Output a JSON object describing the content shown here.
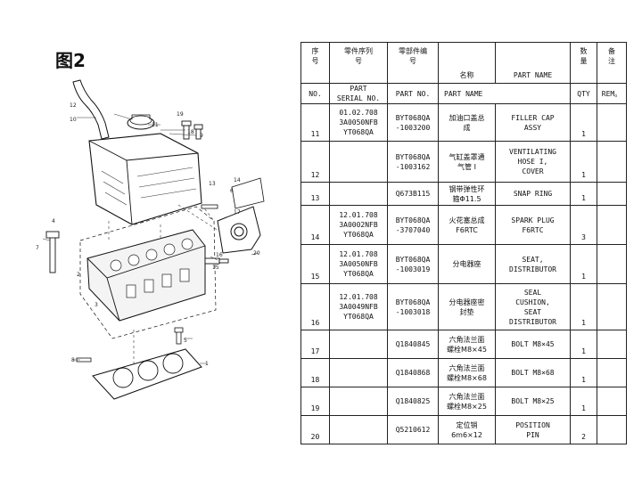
{
  "figure_label": "图2",
  "diagram_callouts": [
    "12",
    "10",
    "11",
    "19",
    "18",
    "9",
    "13",
    "6",
    "14",
    "16",
    "17",
    "20",
    "15",
    "4",
    "5",
    "8",
    "1",
    "7",
    "2",
    "3"
  ],
  "table": {
    "header_cn": {
      "no": "序\n号",
      "serial": "零件序列\n号",
      "partno": "零部件编\n号",
      "name_cn": "名称",
      "name_en": "PART NAME",
      "qty": "数\n量",
      "rem": "备\n注"
    },
    "header_en": {
      "no": "NO.",
      "serial": "PART\nSERIAL NO.",
      "partno": "PART NO.",
      "name": "PART NAME",
      "qty": "QTY",
      "rem": "REM。"
    },
    "rows": [
      {
        "no": "11",
        "serial": "01.02.708\n3A0050NFB\nYT068QA",
        "partno": "BYT068QA\n-1003200",
        "name_cn": "加油口盖总\n成",
        "name_en": "FILLER CAP\nASSY",
        "qty": "1",
        "rem": ""
      },
      {
        "no": "12",
        "serial": "",
        "partno": "BYT068QA\n-1003162",
        "name_cn": "气缸盖罩通\n气管 I",
        "name_en": "VENTILATING\nHOSE I,\nCOVER",
        "qty": "1",
        "rem": ""
      },
      {
        "no": "13",
        "serial": "",
        "partno": "Q673B115",
        "name_cn": "钢带弹性环\n箍Φ11.5",
        "name_en": "SNAP RING",
        "qty": "1",
        "rem": ""
      },
      {
        "no": "14",
        "serial": "12.01.708\n3A0002NFB\nYT068QA",
        "partno": "BYT068QA\n-3707040",
        "name_cn": "火花塞总成\nF6RTC",
        "name_en": "SPARK PLUG\nF6RTC",
        "qty": "3",
        "rem": ""
      },
      {
        "no": "15",
        "serial": "12.01.708\n3A0050NFB\nYT068QA",
        "partno": "BYT068QA\n-1003019",
        "name_cn": "分电器座",
        "name_en": "SEAT,\nDISTRIBUTOR",
        "qty": "1",
        "rem": ""
      },
      {
        "no": "16",
        "serial": "12.01.708\n3A0049NFB\nYT068QA",
        "partno": "BYT068QA\n-1003018",
        "name_cn": "分电器座密\n封垫",
        "name_en": "SEAL\nCUSHION,\nSEAT\nDISTRIBUTOR",
        "qty": "1",
        "rem": ""
      },
      {
        "no": "17",
        "serial": "",
        "partno": "Q1840845",
        "name_cn": "六角法兰面\n螺栓M8×45",
        "name_en": "BOLT M8×45",
        "qty": "1",
        "rem": ""
      },
      {
        "no": "18",
        "serial": "",
        "partno": "Q1840868",
        "name_cn": "六角法兰面\n螺栓M8×68",
        "name_en": "BOLT M8×68",
        "qty": "1",
        "rem": ""
      },
      {
        "no": "19",
        "serial": "",
        "partno": "Q1840825",
        "name_cn": "六角法兰面\n螺栓M8×25",
        "name_en": "BOLT M8×25",
        "qty": "1",
        "rem": ""
      },
      {
        "no": "20",
        "serial": "",
        "partno": "Q5210612",
        "name_cn": "定位销\n6m6×12",
        "name_en": "POSITION\nPIN",
        "qty": "2",
        "rem": ""
      }
    ]
  }
}
